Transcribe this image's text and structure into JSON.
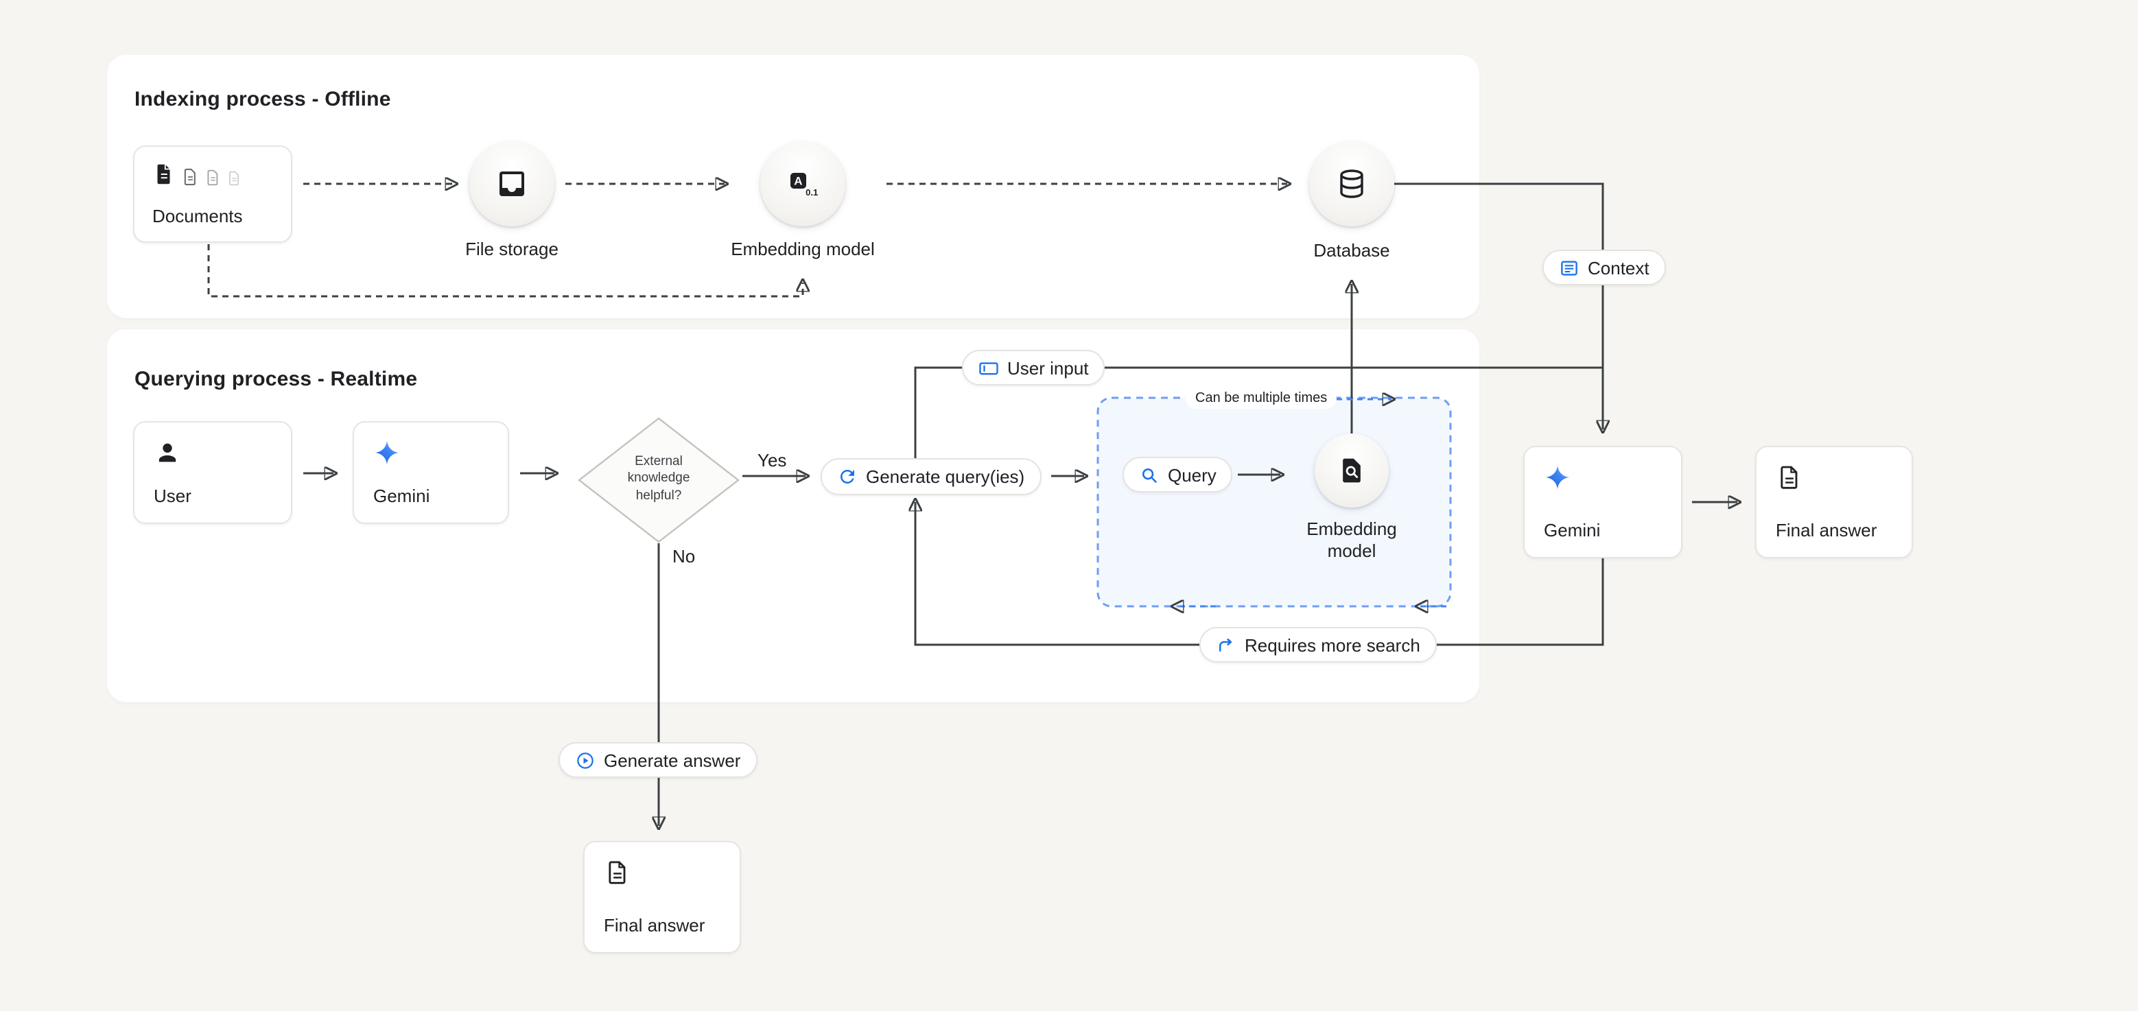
{
  "indexing": {
    "title": "Indexing process - Offline",
    "documents": "Documents",
    "file_storage": "File storage",
    "embedding_model": "Embedding model",
    "database": "Database",
    "context": "Context",
    "embedding_icon_letter": "A",
    "embedding_icon_number": "0.1"
  },
  "querying": {
    "title": "Querying process - Realtime",
    "user": "User",
    "gemini": "Gemini",
    "decision": "External knowledge helpful?",
    "yes": "Yes",
    "no": "No",
    "generate_queries": "Generate query(ies)",
    "user_input": "User input",
    "loop_note": "Can be multiple times",
    "query": "Query",
    "embedding_model": "Embedding model",
    "requires_more_search": "Requires more search",
    "generate_answer": "Generate answer",
    "final_answer_bottom": "Final answer",
    "gemini_right": "Gemini",
    "final_answer_right": "Final answer"
  },
  "icons": {
    "documents": "document-stack",
    "file_storage": "inbox-tray",
    "embedding_model_indexing": "text-to-number",
    "database": "database-cylinder",
    "context": "article-box",
    "user": "person",
    "gemini": "four-point-star",
    "generate_queries": "refresh-arrows",
    "user_input": "input-box",
    "query": "magnifier",
    "embedding_model_query": "document-magnifier",
    "requires_more_search": "arrow-branch",
    "generate_answer": "play-circle",
    "final_answer": "document-lines"
  },
  "colors": {
    "background": "#f6f5f1",
    "panel": "#ffffff",
    "line": "#3c4043",
    "accent_blue": "#1a73e8",
    "loop_box_border": "#6f9ef0",
    "loop_box_fill": "#f3f8fe"
  }
}
